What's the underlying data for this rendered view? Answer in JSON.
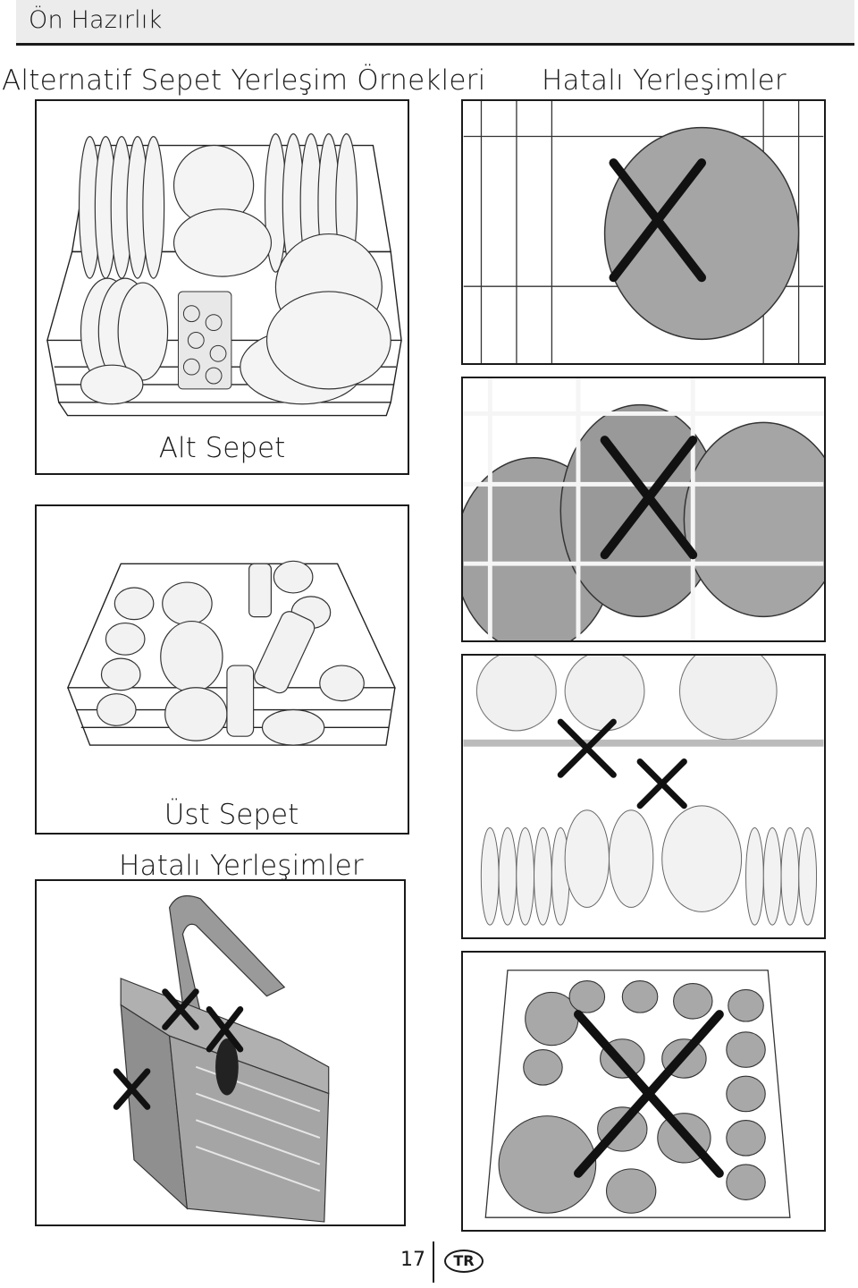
{
  "header": {
    "title": "Ön Hazırlık"
  },
  "headings": {
    "alternative_examples": "Alternatif Sepet Yerleşim Örnekleri",
    "incorrect_top": "Hatalı Yerleşimler",
    "incorrect_bottom": "Hatalı Yerleşimler"
  },
  "captions": {
    "lower_basket": "Alt Sepet",
    "upper_basket": "Üst Sepet"
  },
  "footer": {
    "page_number": "17",
    "language_badge": "TR"
  }
}
